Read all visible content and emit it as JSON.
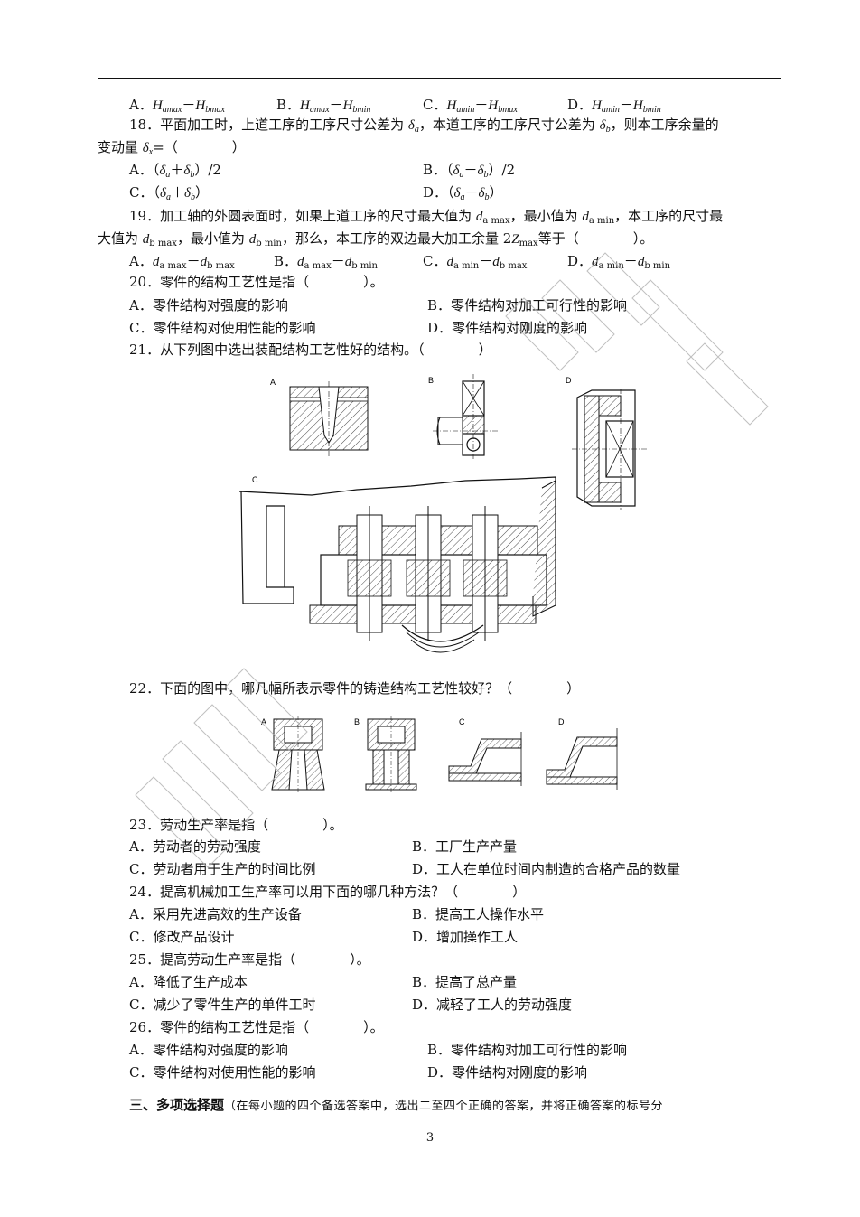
{
  "header_rule": true,
  "q17_options": {
    "a": "A．",
    "a_t1": "H",
    "a_s1": "amax",
    "a_t2": "H",
    "a_s2": "bmax",
    "b": "B．",
    "b_t1": "H",
    "b_s1": "amax",
    "b_t2": "H",
    "b_s2": "bmin",
    "c": "C．",
    "c_t1": "H",
    "c_s1": "amin",
    "c_t2": "H",
    "c_s2": "bmax",
    "d": "D．",
    "d_t1": "H",
    "d_s1": "amin",
    "d_t2": "H",
    "d_s2": "bmin"
  },
  "q18": {
    "line1a": "18．平面加工时，上道工序的工序尺寸公差为 ",
    "line1b": "，本道工序的工序尺寸公差为 ",
    "line1c": "，则本工序余量的",
    "line2a": "变动量 ",
    "line2b": "=（　　　　）",
    "a": "A．（",
    "a_mid": "＋",
    "a_end": "）/2",
    "b": "B．（",
    "b_mid": "－",
    "b_end": "）/2",
    "c": "C．（",
    "c_mid": "＋",
    "c_end": "）",
    "d": "D．（",
    "d_mid": "－",
    "d_end": "）"
  },
  "q19": {
    "line1a": "19．加工轴的外圆表面时，如果上道工序的尺寸最大值为 ",
    "line1b": "，最小值为 ",
    "line1c": "，本工序的尺寸最",
    "line2a": "大值为 ",
    "line2b": "，最小值为 ",
    "line2c": "，那么，本工序的双边最大加工余量 2",
    "line2d": "等于（　　　　）。",
    "a": "A．",
    "b": "B．",
    "c": "C．",
    "d": "D．",
    "d_sym": "d",
    "amax": "a max",
    "amin": "a min",
    "bmax": "b max",
    "bmin": "b min",
    "zmax": "max",
    "z": "Z"
  },
  "q20": {
    "stem": "20．零件的结构工艺性是指（　　　　）。",
    "a": "A．零件结构对强度的影响",
    "b": "B．零件结构对加工可行性的影响",
    "c": "C．零件结构对使用性能的影响",
    "d": "D．零件结构对刚度的影响"
  },
  "q21": {
    "stem": "21．从下列图中选出装配结构工艺性好的结构。（　　　　）",
    "labels": [
      "A",
      "B",
      "D",
      "C"
    ]
  },
  "q22": {
    "stem": "22．下面的图中，哪几幅所表示零件的铸造结构工艺性较好？（　　　　）",
    "labels": [
      "A",
      "B",
      "C",
      "D"
    ]
  },
  "q23": {
    "stem": "23．劳动生产率是指（　　　　）。",
    "a": "A．劳动者的劳动强度",
    "b": "B．工厂生产产量",
    "c": "C．劳动者用于生产的时间比例",
    "d": "D．工人在单位时间内制造的合格产品的数量"
  },
  "q24": {
    "stem": "24．提高机械加工生产率可以用下面的哪几种方法？（　　　　）",
    "a": "A．采用先进高效的生产设备",
    "b": "B．提高工人操作水平",
    "c": "C．修改产品设计",
    "d": "D．增加操作工人"
  },
  "q25": {
    "stem": "25．提高劳动生产率是指（　　　　）。",
    "a": "A．降低了生产成本",
    "b": "B．提高了总产量",
    "c": "C．减少了零件生产的单件工时",
    "d": "D．减轻了工人的劳动强度"
  },
  "q26": {
    "stem": "26．零件的结构工艺性是指（　　　　）。",
    "a": "A．零件结构对强度的影响",
    "b": "B．零件结构对加工可行性的影响",
    "c": "C．零件结构对使用性能的影响",
    "d": "D．零件结构对刚度的影响"
  },
  "section3": {
    "title": "三、多项选择题",
    "note": "（在每小题的四个备选答案中，选出二至四个正确的答案，并将正确答案的标号分"
  },
  "page_number": "3",
  "symbols": {
    "delta": "δ",
    "sub_a": "a",
    "sub_b": "b",
    "sub_x": "x",
    "minus": "－"
  }
}
